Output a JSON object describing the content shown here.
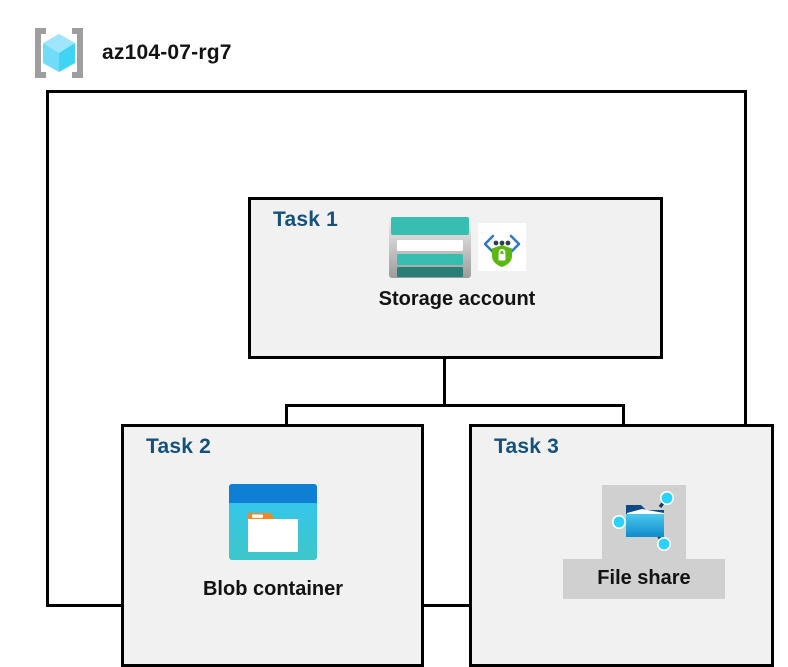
{
  "header": {
    "resource_group_name": "az104-07-rg7",
    "icon": "resource-group-icon"
  },
  "colors": {
    "task_label": "#14517a",
    "box_fill": "#f1f1f1",
    "box_border": "#000000",
    "highlight": "#d0d0d0",
    "storage_teal": "#37beb0",
    "storage_teal_dark": "#2b7e76",
    "blob_blue": "#0f7fd4",
    "blob_cyan": "#32c6f4",
    "blob_orange": "#f2881f",
    "fileshare_blue": "#2bb8e8",
    "shield_green": "#5cb811",
    "bracket_gray": "#9e9e9e",
    "cube_cyan": "#8fe3fb"
  },
  "tasks": [
    {
      "label": "Task 1",
      "node": {
        "caption": "Storage account",
        "icons": [
          "storage-account-icon",
          "secure-endpoint-shield-icon"
        ],
        "selected": false
      }
    },
    {
      "label": "Task 2",
      "node": {
        "caption": "Blob container",
        "icons": [
          "blob-container-icon"
        ],
        "selected": false
      }
    },
    {
      "label": "Task 3",
      "node": {
        "caption": "File share",
        "icons": [
          "file-share-icon"
        ],
        "selected": true
      }
    }
  ],
  "connections": [
    {
      "from": "Storage account",
      "to": "Blob container"
    },
    {
      "from": "Storage account",
      "to": "File share"
    }
  ]
}
